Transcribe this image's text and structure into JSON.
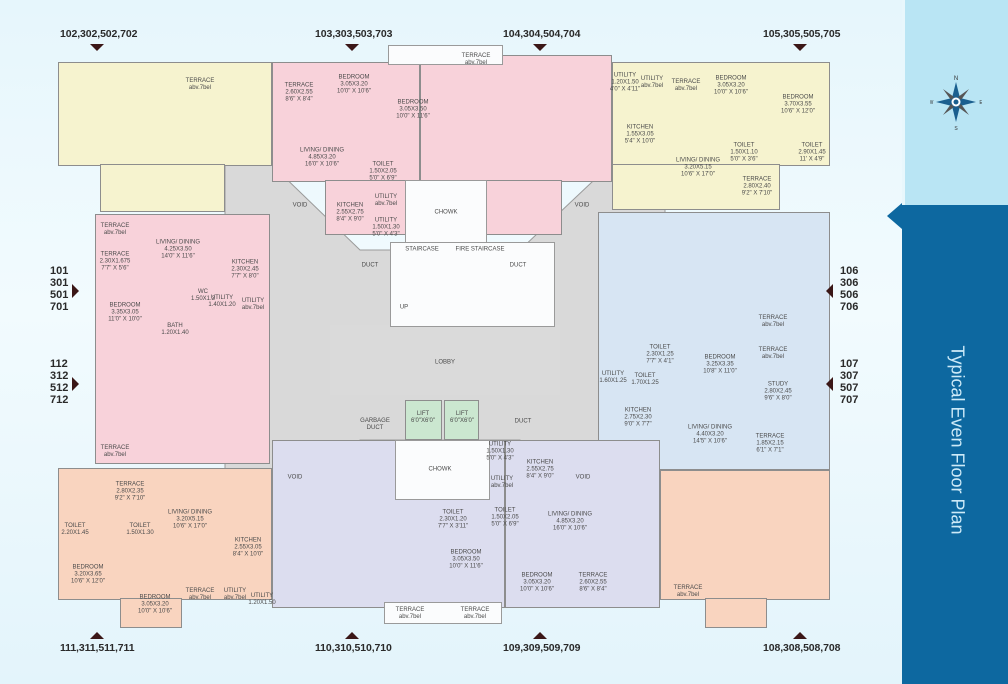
{
  "title": "Typical Even Floor Plan",
  "compass": {
    "icon": "compass-rose-icon",
    "n": "N",
    "e": "E",
    "s": "S",
    "w": "W"
  },
  "colors": {
    "panel": "#0d68a0",
    "panel_light": "#b9e5f4",
    "yellow": "#f6f3cf",
    "pink": "#f8d2da",
    "blue": "#d7e5f3",
    "orange": "#f9d4bf",
    "lavender": "#dcddef",
    "lift": "#cbe7d0",
    "lobby": "#d9d9d9"
  },
  "unit_labels": {
    "top": [
      "102,302,502,702",
      "103,303,503,703",
      "104,304,504,704",
      "105,305,505,705"
    ],
    "bottom": [
      "111,311,511,711",
      "110,310,510,710",
      "109,309,509,709",
      "108,308,508,708"
    ],
    "left_upper": [
      "101",
      "301",
      "501",
      "701"
    ],
    "left_lower": [
      "112",
      "312",
      "512",
      "712"
    ],
    "right_upper": [
      "106",
      "306",
      "506",
      "706"
    ],
    "right_lower": [
      "107",
      "307",
      "507",
      "707"
    ]
  },
  "rooms": [
    [
      "TERRACE",
      "abv.7bel",
      ""
    ],
    [
      "TERRACE",
      "2.60X2.55",
      "8'6\" X 8'4\""
    ],
    [
      "BEDROOM",
      "3.05X3.20",
      "10'0\" X 10'6\""
    ],
    [
      "LIVING/ DINING",
      "4.85X3.20",
      "16'0\" X 10'6\""
    ],
    [
      "TOILET",
      "1.50X2.05",
      "5'0\" X 6'9\""
    ],
    [
      "KITCHEN",
      "2.55X2.75",
      "8'4\" X 9'0\""
    ],
    [
      "UTILITY",
      "abv.7bel",
      ""
    ],
    [
      "UTILITY",
      "1.50X1.30",
      "5'0\" X 4'3\""
    ],
    [
      "VOID",
      "",
      ""
    ],
    [
      "TERRACE",
      "abv.7bel",
      ""
    ],
    [
      "BEDROOM",
      "3.05X3.50",
      "10'0\" X 11'6\""
    ],
    [
      "VOID",
      "",
      ""
    ],
    [
      "UTILITY",
      "1.20X1.50",
      "4'0\" X 4'11\""
    ],
    [
      "UTILITY",
      "abv.7bel",
      ""
    ],
    [
      "TERRACE",
      "abv.7bel",
      ""
    ],
    [
      "BEDROOM",
      "3.05X3.20",
      "10'0\" X 10'6\""
    ],
    [
      "BEDROOM",
      "3.70X3.55",
      "10'6\" X 12'0\""
    ],
    [
      "KITCHEN",
      "1.55X3.05",
      "5'4\" X 10'0\""
    ],
    [
      "TOILET",
      "1.50X1.10",
      "5'0\" X 3'6\""
    ],
    [
      "TOILET",
      "2.90X1.45",
      "11' X 4'9\""
    ],
    [
      "LIVING/ DINING",
      "3.20X5.15",
      "10'6\" X 17'0\""
    ],
    [
      "TERRACE",
      "2.80X2.40",
      "9'2\" X 7'10\""
    ],
    [
      "TERRACE",
      "abv.7bel",
      ""
    ],
    [
      "TERRACE",
      "2.30X1.675",
      "7'7\" X 5'6\""
    ],
    [
      "LIVING/ DINING",
      "4.25X3.50",
      "14'0\" X 11'6\""
    ],
    [
      "KITCHEN",
      "2.30X2.45",
      "7'7\" X 8'0\""
    ],
    [
      "BEDROOM",
      "3.35X3.05",
      "11'0\" X 10'0\""
    ],
    [
      "WC",
      "1.50X1.3",
      ""
    ],
    [
      "UTILITY",
      "1.40X1.20",
      ""
    ],
    [
      "UTILITY",
      "abv.7bel",
      ""
    ],
    [
      "BATH",
      "1.20X1.40",
      ""
    ],
    [
      "TERRACE",
      "abv.7bel",
      ""
    ],
    [
      "TERRACE",
      "abv.7bel",
      ""
    ],
    [
      "TERRACE",
      "abv.7bel",
      ""
    ],
    [
      "TOILET",
      "2.30X1.25",
      "7'7\" X 4'1\""
    ],
    [
      "BEDROOM",
      "3.25X3.35",
      "10'8\" X 11'0\""
    ],
    [
      "UTILITY",
      "1.60X1.25",
      ""
    ],
    [
      "TOILET",
      "1.70X1.25",
      ""
    ],
    [
      "STUDY",
      "2.80X2.45",
      "9'6\" X 8'0\""
    ],
    [
      "KITCHEN",
      "2.75X2.30",
      "9'0\" X 7'7\""
    ],
    [
      "LIVING/ DINING",
      "4.40X3.20",
      "14'5\" X 10'6\""
    ],
    [
      "TERRACE",
      "1.85X2.15",
      "6'1\" X 7'1\""
    ],
    [
      "TERRACE",
      "2.80X2.35",
      "9'2\" X 7'10\""
    ],
    [
      "LIVING/ DINING",
      "3.20X5.15",
      "10'6\" X 17'0\""
    ],
    [
      "TOILET",
      "2.20X1.45",
      ""
    ],
    [
      "TOILET",
      "1.50X1.30",
      ""
    ],
    [
      "KITCHEN",
      "2.55X3.05",
      "8'4\" X 10'0\""
    ],
    [
      "BEDROOM",
      "3.20X3.65",
      "10'6\" X 12'0\""
    ],
    [
      "BEDROOM",
      "3.05X3.20",
      "10'0\" X 10'6\""
    ],
    [
      "TERRACE",
      "abv.7bel",
      ""
    ],
    [
      "UTILITY",
      "abv.7bel",
      ""
    ],
    [
      "UTILITY",
      "1.20X1.50",
      ""
    ],
    [
      "CHOWK",
      "",
      ""
    ],
    [
      "STAIRCASE",
      "",
      ""
    ],
    [
      "FIRE STAIRCASE",
      "",
      ""
    ],
    [
      "DUCT",
      "",
      ""
    ],
    [
      "DUCT",
      "",
      ""
    ],
    [
      "UP",
      "",
      ""
    ],
    [
      "LOBBY",
      "",
      ""
    ],
    [
      "GARBAGE",
      "DUCT",
      ""
    ],
    [
      "LIFT",
      "6'0\"X6'0\"",
      ""
    ],
    [
      "LIFT",
      "6'0\"X6'0\"",
      ""
    ],
    [
      "DUCT",
      "",
      ""
    ],
    [
      "CHOWK",
      "",
      ""
    ],
    [
      "VOID",
      "",
      ""
    ],
    [
      "TOILET",
      "2.30X1.20",
      "7'7\" X 3'11\""
    ],
    [
      "BEDROOM",
      "3.05X3.50",
      "10'0\" X 11'6\""
    ],
    [
      "TERRACE",
      "abv.7bel",
      ""
    ],
    [
      "TERRACE",
      "abv.7bel",
      ""
    ],
    [
      "UTILITY",
      "1.50X1.30",
      "5'0\" X 4'3\""
    ],
    [
      "KITCHEN",
      "2.55X2.75",
      "8'4\" X 9'0\""
    ],
    [
      "UTILITY",
      "abv.7bel",
      ""
    ],
    [
      "TOILET",
      "1.50X2.05",
      "5'0\" X 6'9\""
    ],
    [
      "LIVING/ DINING",
      "4.85X3.20",
      "16'0\" X 10'6\""
    ],
    [
      "VOID",
      "",
      ""
    ],
    [
      "BEDROOM",
      "3.05X3.20",
      "10'0\" X 10'6\""
    ],
    [
      "TERRACE",
      "2.60X2.55",
      "8'6\" X 8'4\""
    ],
    [
      "TERRACE",
      "abv.7bel",
      ""
    ]
  ]
}
